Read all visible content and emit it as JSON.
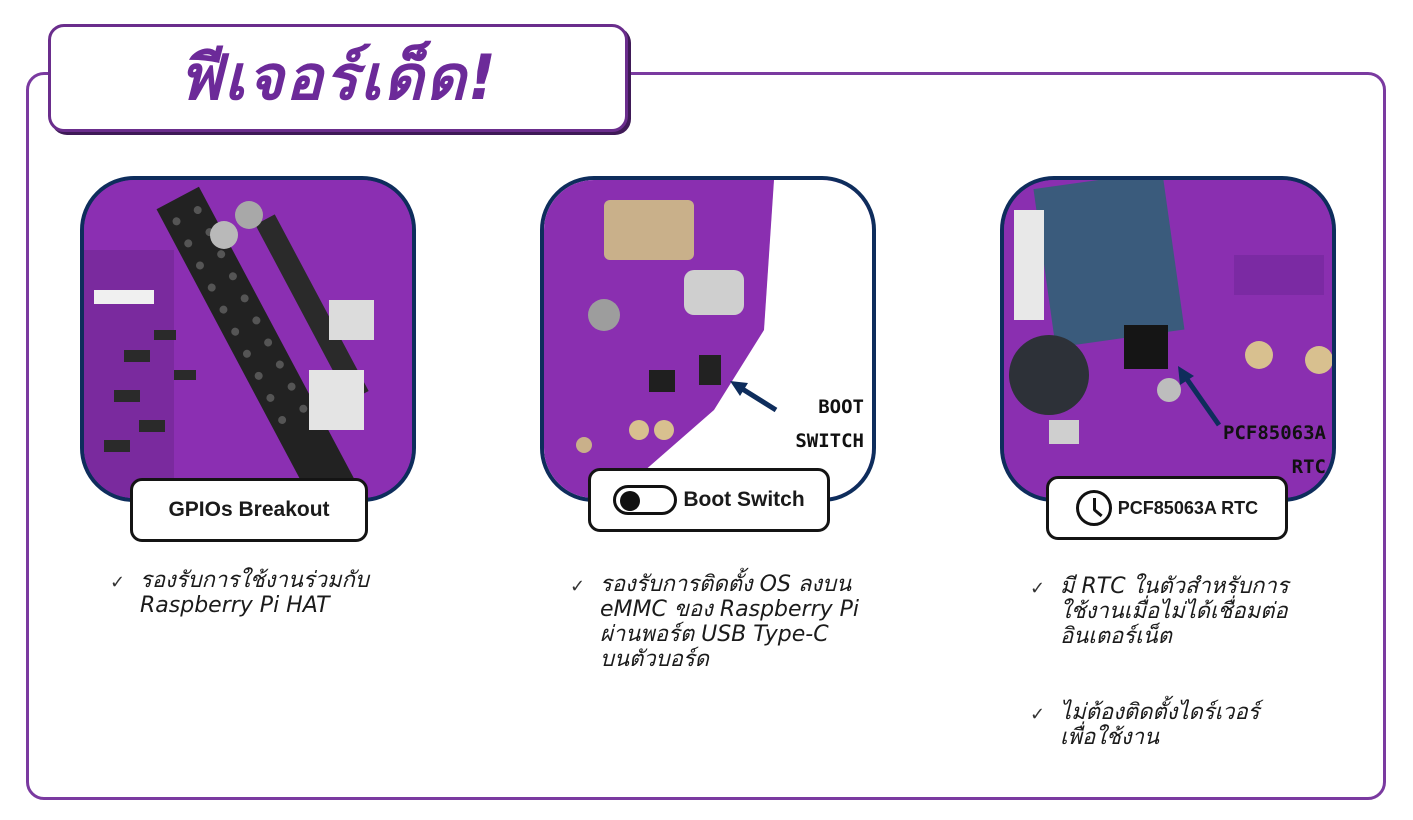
{
  "title": "ฟีเจอร์เด็ด!",
  "cards": [
    {
      "label": "GPIOs Breakout",
      "features": [
        "รองรับการใช้งานร่วมกับ\nRaspberry Pi HAT"
      ]
    },
    {
      "label": "Boot Switch",
      "annotation": "BOOT\nSWITCH",
      "features": [
        "รองรับการติดตั้ง OS ลงบน\neMMC ของ Raspberry Pi\nผ่านพอร์ต USB Type-C\nบนตัวบอร์ด"
      ]
    },
    {
      "label": "PCF85063A RTC",
      "annotation": "PCF85063A\nRTC",
      "features": [
        "มี RTC ในตัวสำหรับการ\nใช้งานเมื่อไม่ได้เชื่อมต่อ\nอินเตอร์เน็ต",
        "ไม่ต้องติดตั้งไดร์เวอร์\nเพื่อใช้งาน"
      ]
    }
  ],
  "check_mark": "✓",
  "colors": {
    "frame": "#7a3aa0",
    "title": "#6c2a99",
    "card_border": "#0e2d5c",
    "pcb": "#8a2fb0"
  },
  "icons": [
    "toggle-switch-icon",
    "clock-icon",
    "arrow-icon",
    "check-icon"
  ]
}
